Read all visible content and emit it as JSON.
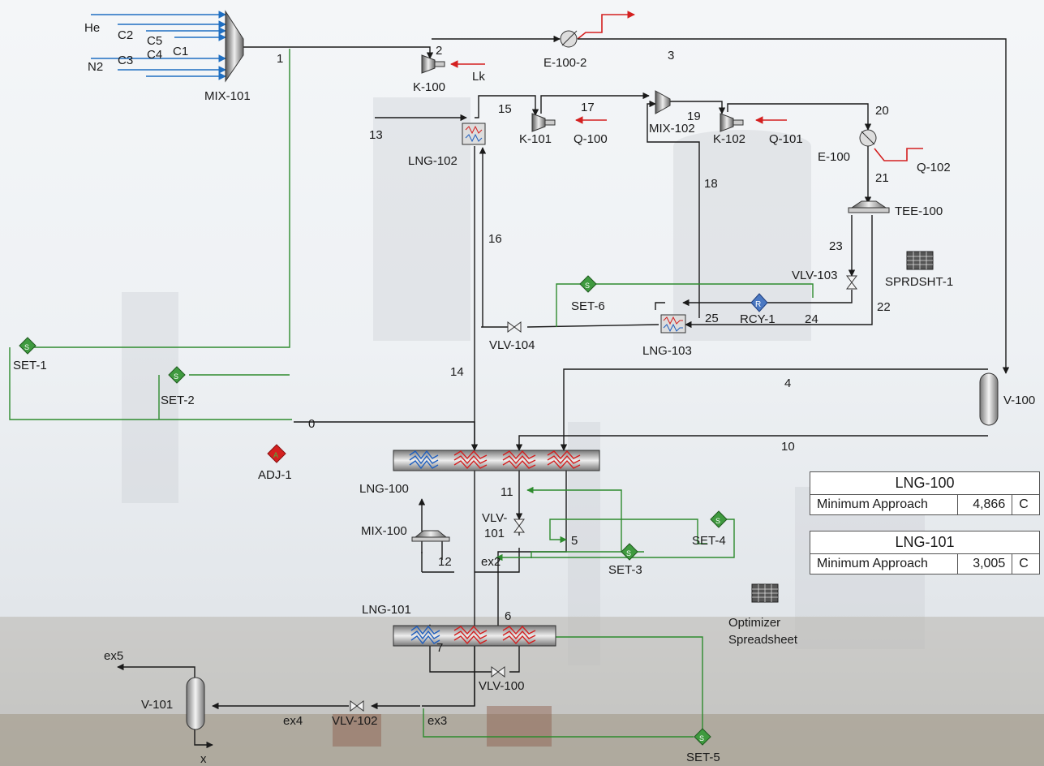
{
  "streams": {
    "s0": "0",
    "s1": "1",
    "s2": "2",
    "s3": "3",
    "s4": "4",
    "s5": "5",
    "s6": "6",
    "s7": "7",
    "s10": "10",
    "s11": "11",
    "s12": "12",
    "s13": "13",
    "s14": "14",
    "s15": "15",
    "s16": "16",
    "s17": "17",
    "s18": "18",
    "s19": "19",
    "s20": "20",
    "s21": "21",
    "s22": "22",
    "s23": "23",
    "s24": "24",
    "s25": "25",
    "ex2": "ex2",
    "ex3": "ex3",
    "ex4": "ex4",
    "ex5": "ex5",
    "x": "x",
    "lk": "Lk",
    "q100": "Q-100",
    "q101": "Q-101",
    "q102": "Q-102"
  },
  "feeds": {
    "he": "He",
    "c2": "C2",
    "c5": "C5",
    "c4": "C4",
    "c1": "C1",
    "n2": "N2",
    "c3": "C3"
  },
  "units": {
    "mix101": "MIX-101",
    "mix102": "MIX-102",
    "mix100": "MIX-100",
    "k100": "K-100",
    "k101": "K-101",
    "k102": "K-102",
    "e1002": "E-100-2",
    "e100": "E-100",
    "lng100": "LNG-100",
    "lng101": "LNG-101",
    "lng102": "LNG-102",
    "lng103": "LNG-103",
    "tee100": "TEE-100",
    "vlv100": "VLV-100",
    "vlv101a": "VLV-",
    "vlv101b": "101",
    "vlv102": "VLV-102",
    "vlv103": "VLV-103",
    "vlv104": "VLV-104",
    "v100": "V-100",
    "v101": "V-101",
    "rcy1": "RCY-1",
    "set1": "SET-1",
    "set2": "SET-2",
    "set3": "SET-3",
    "set4": "SET-4",
    "set5": "SET-5",
    "set6": "SET-6",
    "adj1": "ADJ-1",
    "sprdsht1": "SPRDSHT-1",
    "opt1": "Optimizer",
    "opt2": "Spreadsheet"
  },
  "icons": {
    "spreadsheet": "spreadsheet-icon",
    "set": "set-icon",
    "adjust": "adjust-icon",
    "recycle": "recycle-icon"
  },
  "colors": {
    "material": "#1a1a1a",
    "feed": "#1f6fc2",
    "energy": "#d42020",
    "logical": "#2e8b2e",
    "hot": "#d42020",
    "cold": "#1f5fbf"
  },
  "tables": [
    {
      "title": "LNG-100",
      "label": "Minimum Approach",
      "value": "4,866",
      "unit": "C"
    },
    {
      "title": "LNG-101",
      "label": "Minimum Approach",
      "value": "3,005",
      "unit": "C"
    }
  ]
}
